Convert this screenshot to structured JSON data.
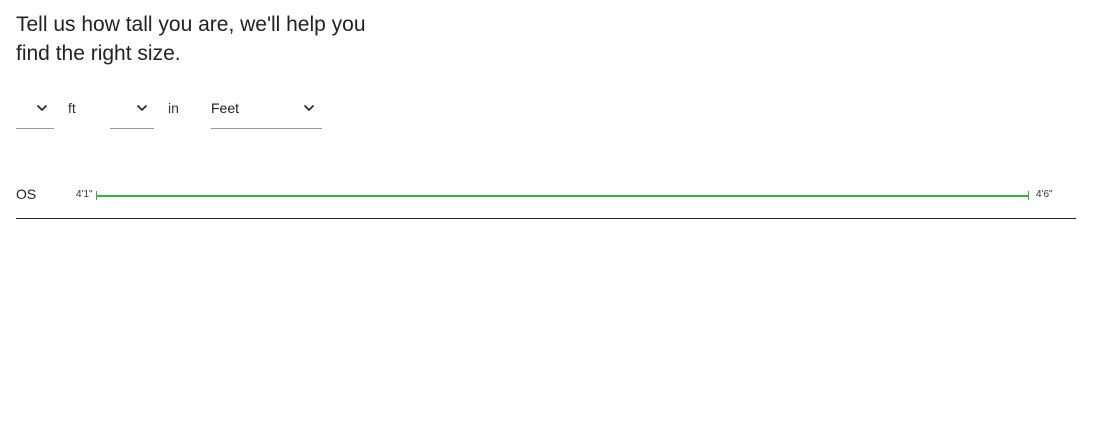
{
  "heading": "Tell us how tall you are, we'll help you find the right size.",
  "height_selector": {
    "feet_select": {
      "selected": ""
    },
    "feet_label": "ft",
    "inches_select": {
      "selected": ""
    },
    "inches_label": "in",
    "unit_select": {
      "selected": "Feet"
    }
  },
  "size_ranges": [
    {
      "size": "OS",
      "min_label": "4'1\"",
      "max_label": "4'6\""
    }
  ],
  "colors": {
    "range_bar": "#2db83d",
    "text": "#222222"
  }
}
